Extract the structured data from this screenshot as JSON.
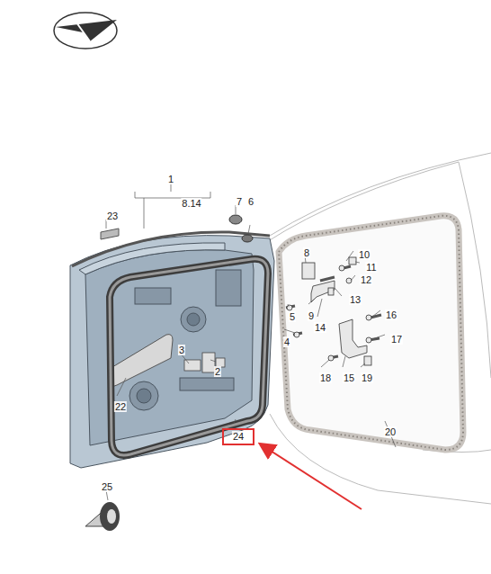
{
  "diagram": {
    "labels": [
      "1",
      "8.14",
      "7",
      "6",
      "23",
      "3",
      "2",
      "22",
      "24",
      "25",
      "8",
      "10",
      "11",
      "12",
      "13",
      "5",
      "9",
      "14",
      "16",
      "4",
      "17",
      "18",
      "15",
      "19",
      "20"
    ]
  }
}
